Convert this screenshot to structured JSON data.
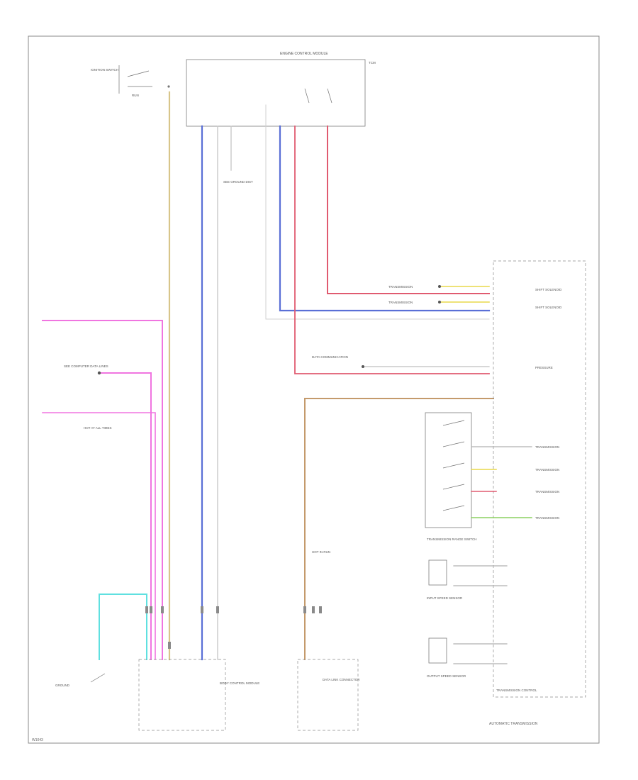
{
  "footer_code": "W1043",
  "colors": {
    "frame": "#888888",
    "tan": "#d8c58a",
    "blue": "#5a6fd6",
    "red": "#e05b70",
    "pink": "#f075e0",
    "cyan": "#5fe0e0",
    "brown": "#c49a6c",
    "yellow": "#e8d84a",
    "green": "#8bd060",
    "grey": "#b0b0b0"
  },
  "icons": {
    "ground": "ground-symbol-icon",
    "switch": "switch-contact-icon",
    "connector": "connector-pin-icon",
    "splice": "splice-dot-icon"
  },
  "labels": {
    "ignition_switch": "IGNITION SWITCH",
    "run_start": "RUN",
    "top_module": "ENGINE CONTROL MODULE",
    "top_module_sub": "TCM",
    "right_module": "TRANSMISSION CONTROL",
    "auto_trans": "AUTOMATIC TRANSMISSION",
    "range_switch": "TRANSMISSION RANGE SWITCH",
    "input_speed": "INPUT SPEED SENSOR",
    "output_speed": "OUTPUT SPEED SENSOR",
    "bottom_left_conn": "BODY CONTROL MODULE",
    "bottom_mid_conn": "DATA LINK CONNECTOR",
    "left_note_1": "SEE COMPUTER DATA LINES",
    "left_note_2": "HOT AT ALL TIMES"
  }
}
